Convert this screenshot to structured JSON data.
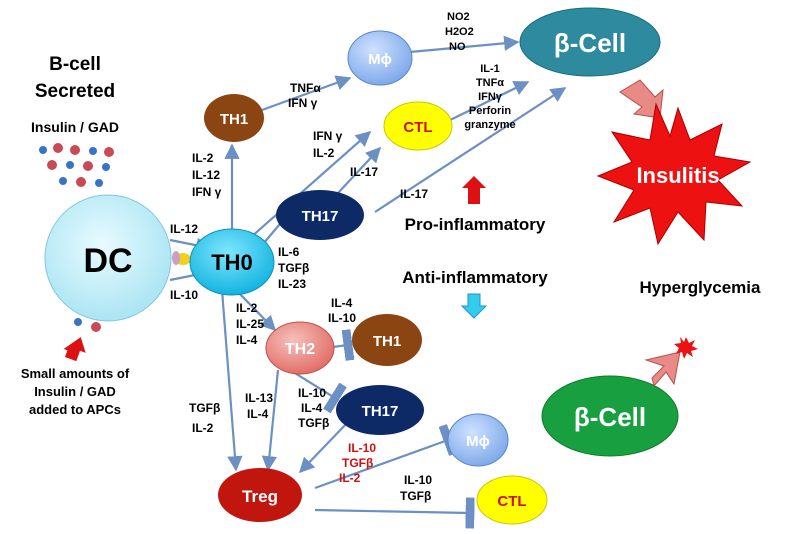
{
  "left": {
    "header_line1": "B-cell",
    "header_line2": "Secreted",
    "insulin_gad": "Insulin / GAD",
    "note_line1": "Small amounts  of",
    "note_line2": "Insulin / GAD",
    "note_line3": "added to APCs"
  },
  "nodes": {
    "dc": "DC",
    "th0": "TH0",
    "th1_top": "TH1",
    "th17_top": "TH17",
    "mphi_top": "Mϕ",
    "ctl_top": "CTL",
    "beta_top": "β-Cell",
    "insulitis": "Insulitis",
    "th2": "TH2",
    "th1_bottom": "TH1",
    "th17_bottom": "TH17",
    "treg": "Treg",
    "mphi_bottom": "Mϕ",
    "ctl_bottom": "CTL",
    "beta_bottom": "β-Cell"
  },
  "labels": {
    "hyperglycemia": "Hyperglycemia",
    "pro": "Pro-inflammatory",
    "anti": "Anti-inflammatory",
    "dc_il12": "IL-12",
    "dc_il10": "IL-10",
    "th1_cyt": [
      "IL-2",
      "IL-12",
      "IFN γ"
    ],
    "mphi_in": [
      "TNFα",
      "IFN γ"
    ],
    "mphi_out": [
      "NO2",
      "H2O2",
      "NO"
    ],
    "ctl_in": [
      "IFN γ",
      "IL-2"
    ],
    "ctl_out": [
      "IL-1",
      "TNFα",
      "IFNγ",
      "Perforin",
      "granzyme"
    ],
    "th17_il17_up": "IL-17",
    "th17_il17_right": "IL-17",
    "th17_cyt": [
      "IL-6",
      "TGFβ",
      "IL-23"
    ],
    "th2_cyt": [
      "IL-2",
      "IL-25",
      "IL-4"
    ],
    "th2_out_th1": [
      "IL-4",
      "IL-10"
    ],
    "treg_in_left": [
      "TGFβ",
      "IL-2"
    ],
    "th2_to_treg": [
      "IL-13",
      "IL-4"
    ],
    "th2_to_th17": [
      "IL-10",
      "IL-4",
      "TGFβ"
    ],
    "th17_to_treg": [
      "IL-10",
      "TGFβ",
      "IL-2"
    ],
    "treg_out": [
      "IL-10",
      "TGFβ"
    ]
  },
  "colors": {
    "dc": "#b8ecf7",
    "th0": "#1ec8ec",
    "th1": "#8b4513",
    "th17": "#0d2a66",
    "th2": "#f08a84",
    "treg": "#c0160e",
    "mphi": "#8fb8f0",
    "ctl": "#ffff00",
    "beta_top": "#2e8a9e",
    "beta_bottom": "#18a040",
    "insulitis": "#ee1111",
    "arrow": "#6c8fc4",
    "red_dot": "#c84a55",
    "blue_dot": "#3a72c8"
  }
}
